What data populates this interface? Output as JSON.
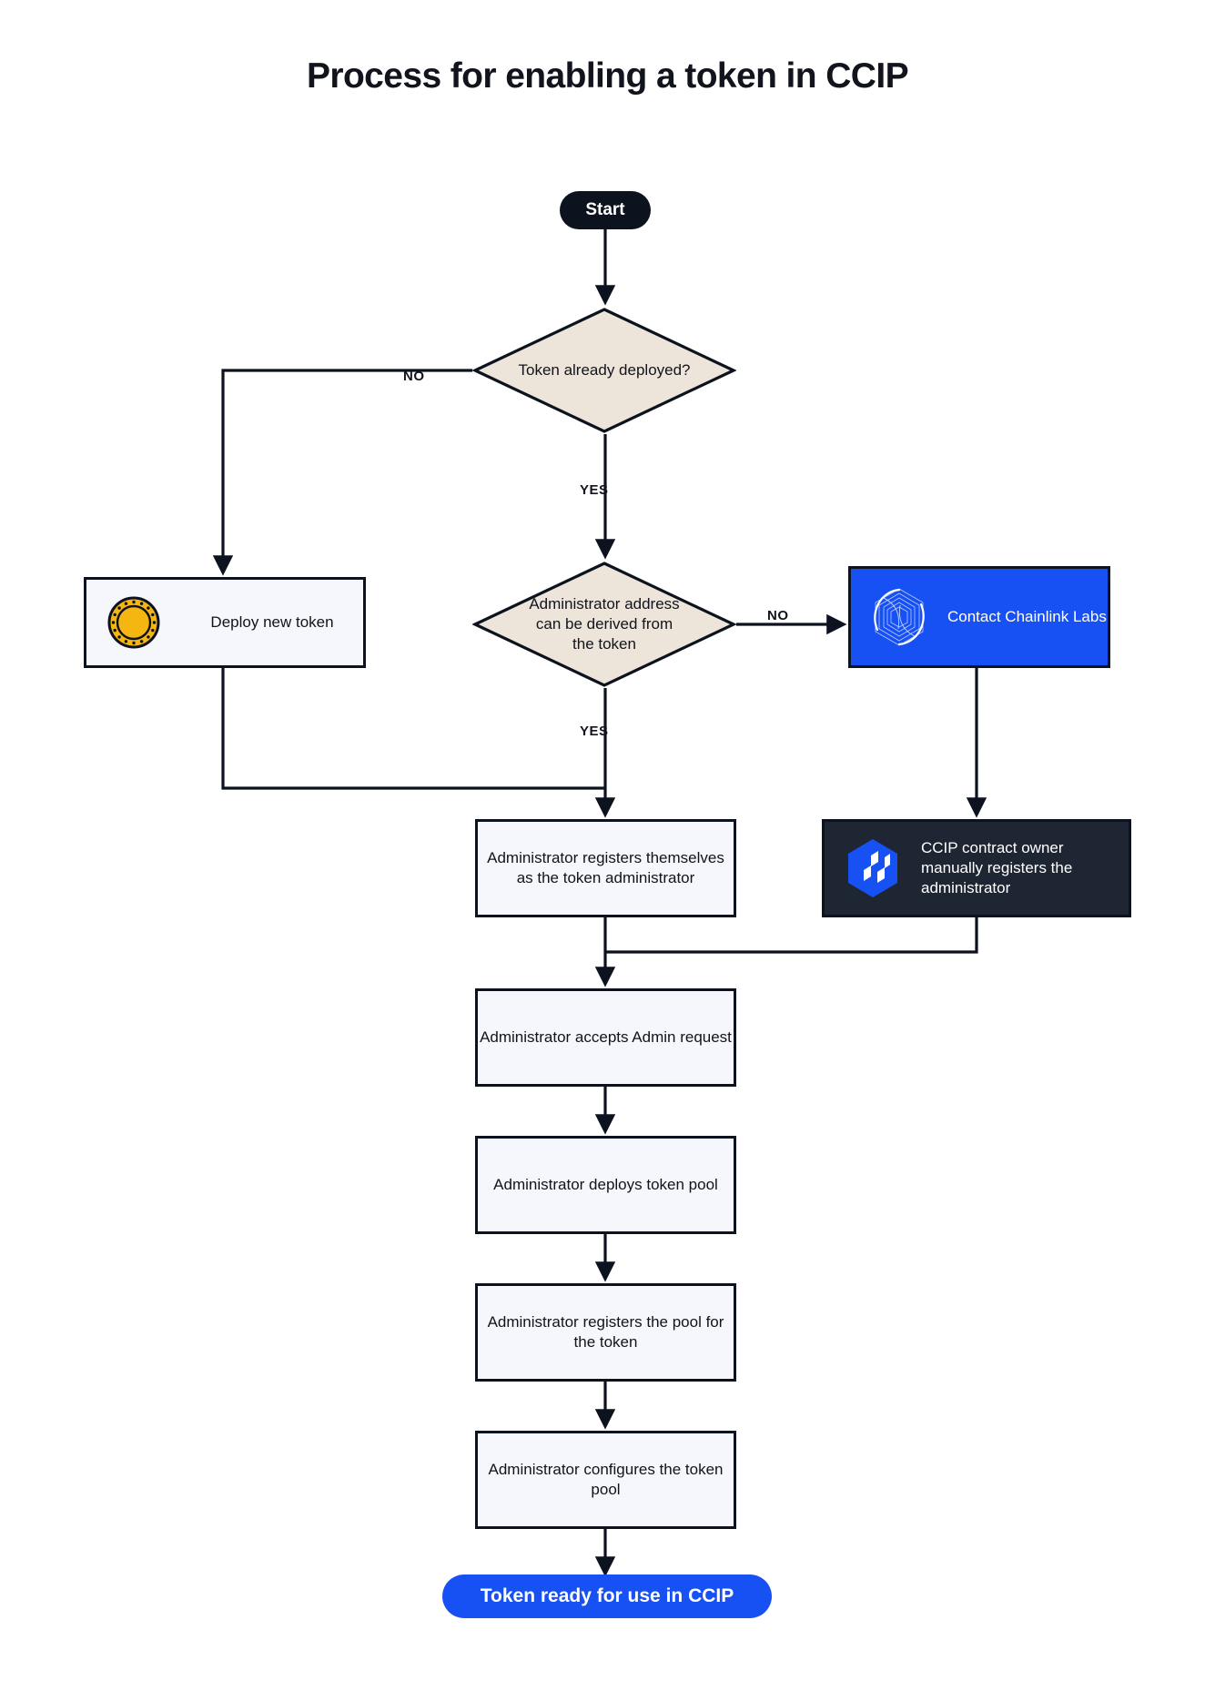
{
  "title": "Process for enabling a token in CCIP",
  "colors": {
    "background": "#FFFFFF",
    "ink": "#11141C",
    "stroke": "#0D121F",
    "decision_fill": "#EDE5DA",
    "process_fill": "#F5F7FD",
    "brand_blue": "#1751F3",
    "dark_panel": "#1E2533",
    "coin_gold": "#F5B611"
  },
  "nodes": {
    "start": {
      "label": "Start",
      "shape": "terminator"
    },
    "decision_token_deployed": {
      "label": "Token already deployed?",
      "shape": "decision"
    },
    "deploy_new_token": {
      "label": "Deploy new token",
      "shape": "process",
      "icon": "gold-coin-icon"
    },
    "decision_admin_derived": {
      "label": "Administrator address can be derived from the token",
      "shape": "decision"
    },
    "contact_chainlink": {
      "label": "Contact Chainlink Labs",
      "shape": "process",
      "icon": "chainlink-logo-icon"
    },
    "admin_registers_self": {
      "label": "Administrator registers themselves as the token administrator",
      "shape": "process"
    },
    "ccip_owner_registers": {
      "label": "CCIP contract owner manually registers the administrator",
      "shape": "process",
      "icon": "ccip-logo-icon"
    },
    "admin_accepts": {
      "label": "Administrator accepts Admin request",
      "shape": "process"
    },
    "admin_deploys_pool": {
      "label": "Administrator deploys token pool",
      "shape": "process"
    },
    "admin_registers_pool": {
      "label": "Administrator registers the pool for the token",
      "shape": "process"
    },
    "admin_configures_pool": {
      "label": "Administrator configures the token pool",
      "shape": "process"
    },
    "end": {
      "label": "Token ready for use in CCIP",
      "shape": "terminator"
    }
  },
  "edges": {
    "no_1": "NO",
    "yes_1": "YES",
    "no_2": "NO",
    "yes_2": "YES"
  }
}
